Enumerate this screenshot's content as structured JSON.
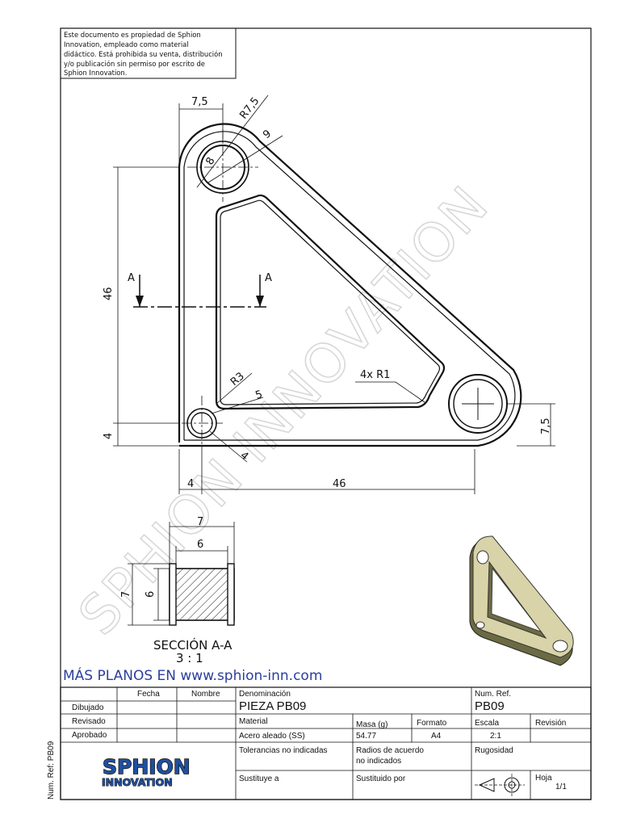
{
  "copyright_notice": [
    "Este documento es propiedad de Sphion",
    "Innovation, empleado como material",
    "didáctico. Está prohibida su venta, distribución",
    "y/o publicación sin permiso por escrito de",
    "Sphion Innovation."
  ],
  "watermark": "SPHION INNOVATION",
  "side_label": "Num. Ref: PB09",
  "more_plans": "MÁS PLANOS EN www.sphion-inn.com",
  "dimensions": {
    "top_width": "7,5",
    "hole_radius": "R7,5",
    "hole_dia_top": "8",
    "outer_dia_top": "9",
    "height_46": "46",
    "width_46": "46",
    "section_mark": "A",
    "fillet_radius": "R3",
    "small_hole": "5",
    "small_hole_inner": "4",
    "corner_fillets": "4x R1",
    "right_offset": "7,5",
    "left_offset": "4",
    "bottom_offset": "4",
    "section_width_outer": "7",
    "section_width_inner": "6",
    "section_height_outer": "7",
    "section_height_inner": "6"
  },
  "section_title": "SECCIÓN A-A",
  "section_scale": "3 : 1",
  "title_block": {
    "col_fecha": "Fecha",
    "col_nombre": "Nombre",
    "dibujado": "Dibujado",
    "revisado": "Revisado",
    "aprobado": "Aprobado",
    "denominacion_label": "Denominación",
    "denominacion": "PIEZA PB09",
    "numref_label": "Num. Ref.",
    "numref": "PB09",
    "material_label": "Material",
    "material": "Acero aleado (SS)",
    "masa_label": "Masa (g)",
    "masa": "54.77",
    "formato_label": "Formato",
    "formato": "A4",
    "escala_label": "Escala",
    "escala": "2:1",
    "revision_label": "Revisión",
    "tolerancias": "Tolerancias no indicadas",
    "radios_1": "Radios de acuerdo",
    "radios_2": "no indicados",
    "rugosidad": "Rugosidad",
    "sustituye": "Sustituye a",
    "sustituido": "Sustituido por",
    "hoja_label": "Hoja",
    "hoja": "1/1",
    "logo_top": "SPHION",
    "logo_bottom": "INNOVATION"
  },
  "colors": {
    "link_blue": "#2b3f9e",
    "iso_fill": "#d8d3a8",
    "iso_dark": "#6b6a45",
    "logo_blue": "#1f4fa0"
  }
}
